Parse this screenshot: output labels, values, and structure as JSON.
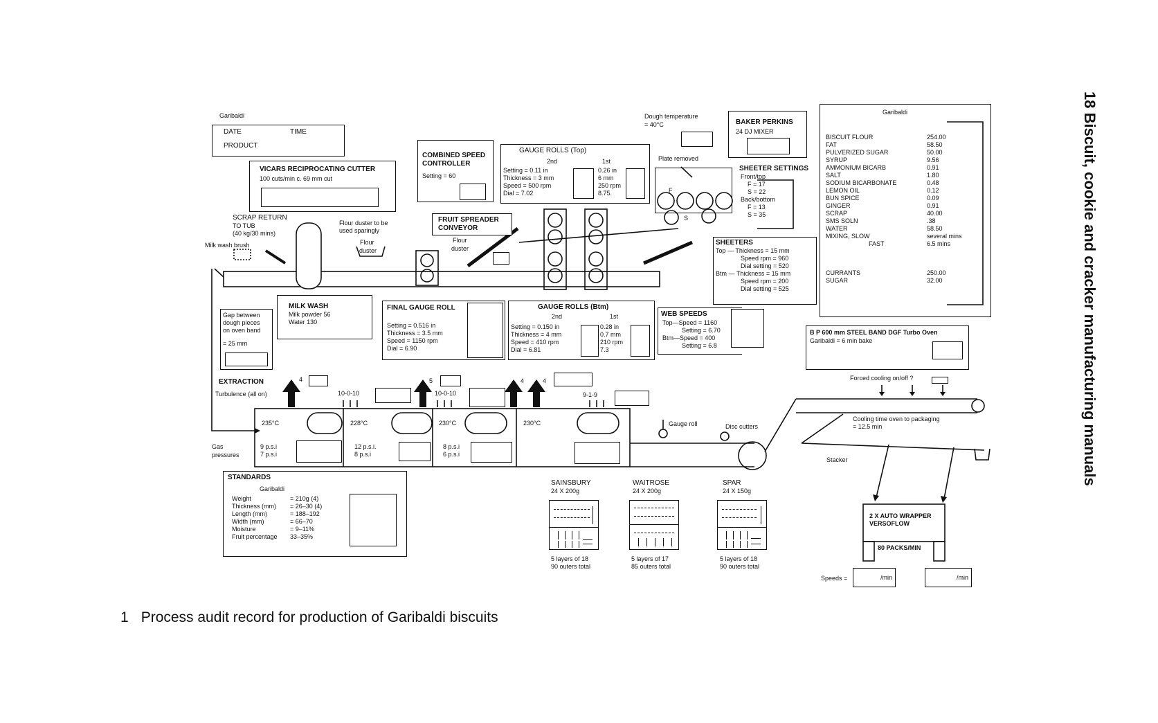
{
  "page": {
    "side_title": "18   Biscuit, cookie and cracker manufacturing manuals",
    "caption_number": "1",
    "caption_text": "Process audit record for production of Garibaldi biscuits"
  },
  "header": {
    "garibaldi": "Garibaldi",
    "date": "DATE",
    "time": "TIME",
    "product": "PRODUCT"
  },
  "vicars": {
    "title": "VICARS RECIPROCATING CUTTER",
    "sub": "100 cuts/min c. 69 mm cut"
  },
  "combined": {
    "title1": "COMBINED SPEED",
    "title2": "CONTROLLER",
    "setting": "Setting = 60"
  },
  "gauge_top": {
    "title": "GAUGE ROLLS (Top)",
    "col2": "2nd",
    "col1": "1st",
    "rows": [
      "Setting     = 0.11 in",
      "Thickness = 3 mm",
      "Speed      = 500 rpm",
      "Dial          = 7.02"
    ],
    "first": [
      "0.26 in",
      "6 mm",
      "250 rpm",
      "8.75."
    ]
  },
  "dough_temp": {
    "label": "Dough temperature",
    "value": "= 40°C"
  },
  "baker": {
    "title": "BAKER PERKINS",
    "sub": "24 DJ MIXER"
  },
  "plate": "Plate removed",
  "rollers": {
    "f": "F",
    "s": "S"
  },
  "sheeter_settings": {
    "title": "SHEETER SETTINGS",
    "lines": [
      "Front/top",
      "F = 17",
      "S = 22",
      "Back/bottom",
      "F = 13",
      "S = 35"
    ]
  },
  "recipe": {
    "title": "Garibaldi",
    "items": [
      "BISCUIT FLOUR",
      "FAT",
      "PULVERIZED SUGAR",
      "SYRUP",
      "AMMONIUM BICARB",
      "SALT",
      "SODIUM BICARBONATE",
      "LEMON OIL",
      "BUN SPICE",
      "GINGER",
      "SCRAP",
      "SMS SOLN",
      "WATER",
      "MIXING, SLOW",
      "FAST"
    ],
    "values": [
      "254.00",
      "58.50",
      "50.00",
      "9.56",
      "0.91",
      "1.80",
      "0.48",
      "0.12",
      "0.09",
      "0.91",
      "40.00",
      ".38",
      "58.50",
      "several mins",
      "6.5 mins"
    ],
    "items2": [
      "CURRANTS",
      "SUGAR"
    ],
    "values2": [
      "250.00",
      "32.00"
    ]
  },
  "scrap": {
    "l1": "SCRAP RETURN",
    "l2": "TO TUB",
    "l3": "(40 kg/30 mins)"
  },
  "milk_brush": "Milk wash brush",
  "flour_duster": {
    "l1": "Flour duster to be",
    "l2": "used sparingly",
    "label1": "Flour",
    "label2": "duster"
  },
  "fruit": {
    "l1": "FRUIT SPREADER",
    "l2": "CONVEYOR",
    "d1": "Flour",
    "d2": "duster"
  },
  "sheeters": {
    "title": "SHEETERS",
    "lines": [
      "Top — Thickness = 15 mm",
      "Speed rpm = 960",
      "Dial setting = 520",
      "Btm — Thickness = 15 mm",
      "Speed rpm = 200",
      "Dial setting = 525"
    ]
  },
  "gap": {
    "l1": "Gap between",
    "l2": "dough pieces",
    "l3": "on oven band",
    "l4": "= 25 mm"
  },
  "milk_wash": {
    "title": "MILK WASH",
    "l1": "Milk powder 56",
    "l2": "Water 130"
  },
  "final_gauge": {
    "title": "FINAL GAUGE ROLL",
    "lines": [
      "Setting     = 0.516 in",
      "Thickness = 3.5 mm",
      "Speed       = 1150 rpm",
      "Dial          = 6.90"
    ]
  },
  "gauge_btm": {
    "title": "GAUGE ROLLS (Btm)",
    "col2": "2nd",
    "col1": "1st",
    "rows": [
      "Setting     = 0.150 in",
      "Thickness = 4 mm",
      "Speed      = 410 rpm",
      "Dial          = 6.81"
    ],
    "first": [
      "0.28 in",
      "0.7 mm",
      "210 rpm",
      "7.3"
    ]
  },
  "web": {
    "title": "WEB SPEEDS",
    "lines": [
      "Top—Speed = 1160",
      "Setting = 6.70",
      "Btm—Speed = 400",
      "Setting = 6.8"
    ]
  },
  "oven_info": {
    "title": "B P 600 mm STEEL BAND DGF Turbo Oven",
    "sub": "Garibaldi = 6 min bake"
  },
  "extraction": {
    "title": "EXTRACTION",
    "sub": "Turbulence (all on)",
    "n1": "4",
    "n2": "5",
    "n3": "4",
    "n4": "4"
  },
  "burners": [
    "10-0-10",
    "10-0-10",
    "9-1-9"
  ],
  "zones": [
    "235°C",
    "228°C",
    "230°C",
    "230°C"
  ],
  "gas": {
    "label1": "Gas",
    "label2": "pressures",
    "z1": [
      "9 p.s.i",
      "7 p.s.i"
    ],
    "z2": [
      "12 p.s.i.",
      "8 p.s.i"
    ],
    "z3": [
      "8 p.s.i",
      "6 p.s.i"
    ]
  },
  "gauge_roll": "Gauge roll",
  "disc_cutters": "Disc cutters",
  "forced": "Forced cooling on/off ?",
  "cooling": {
    "l1": "Cooling time oven to packaging",
    "l2": "= 12.5 min"
  },
  "stacker": "Stacker",
  "standards": {
    "title": "STANDARDS",
    "product": "Garibaldi",
    "labels": [
      "Weight",
      "Thickness (mm)",
      "Length (mm)",
      "Width (mm)",
      "Moisture",
      "Fruit percentage"
    ],
    "values": [
      "= 210g (4)",
      "= 26–30 (4)",
      "= 188–192",
      "= 66–70",
      "= 9–11%",
      "33–35%"
    ]
  },
  "customers": [
    {
      "name": "SAINSBURY",
      "pack": "24 X 200g",
      "l1": "5 layers of 18",
      "l2": "90 outers total"
    },
    {
      "name": "WAITROSE",
      "pack": "24 X 200g",
      "l1": "5 layers of 17",
      "l2": "85 outers total"
    },
    {
      "name": "SPAR",
      "pack": "24 X 150g",
      "l1": "5 layers of 18",
      "l2": "90 outers total"
    }
  ],
  "wrapper": {
    "l1": "2 X AUTO WRAPPER",
    "l2": "VERSOFLOW",
    "packs": "80 PACKS/MIN"
  },
  "speeds": {
    "label": "Speeds =",
    "u1": "/min",
    "u2": "/min"
  }
}
